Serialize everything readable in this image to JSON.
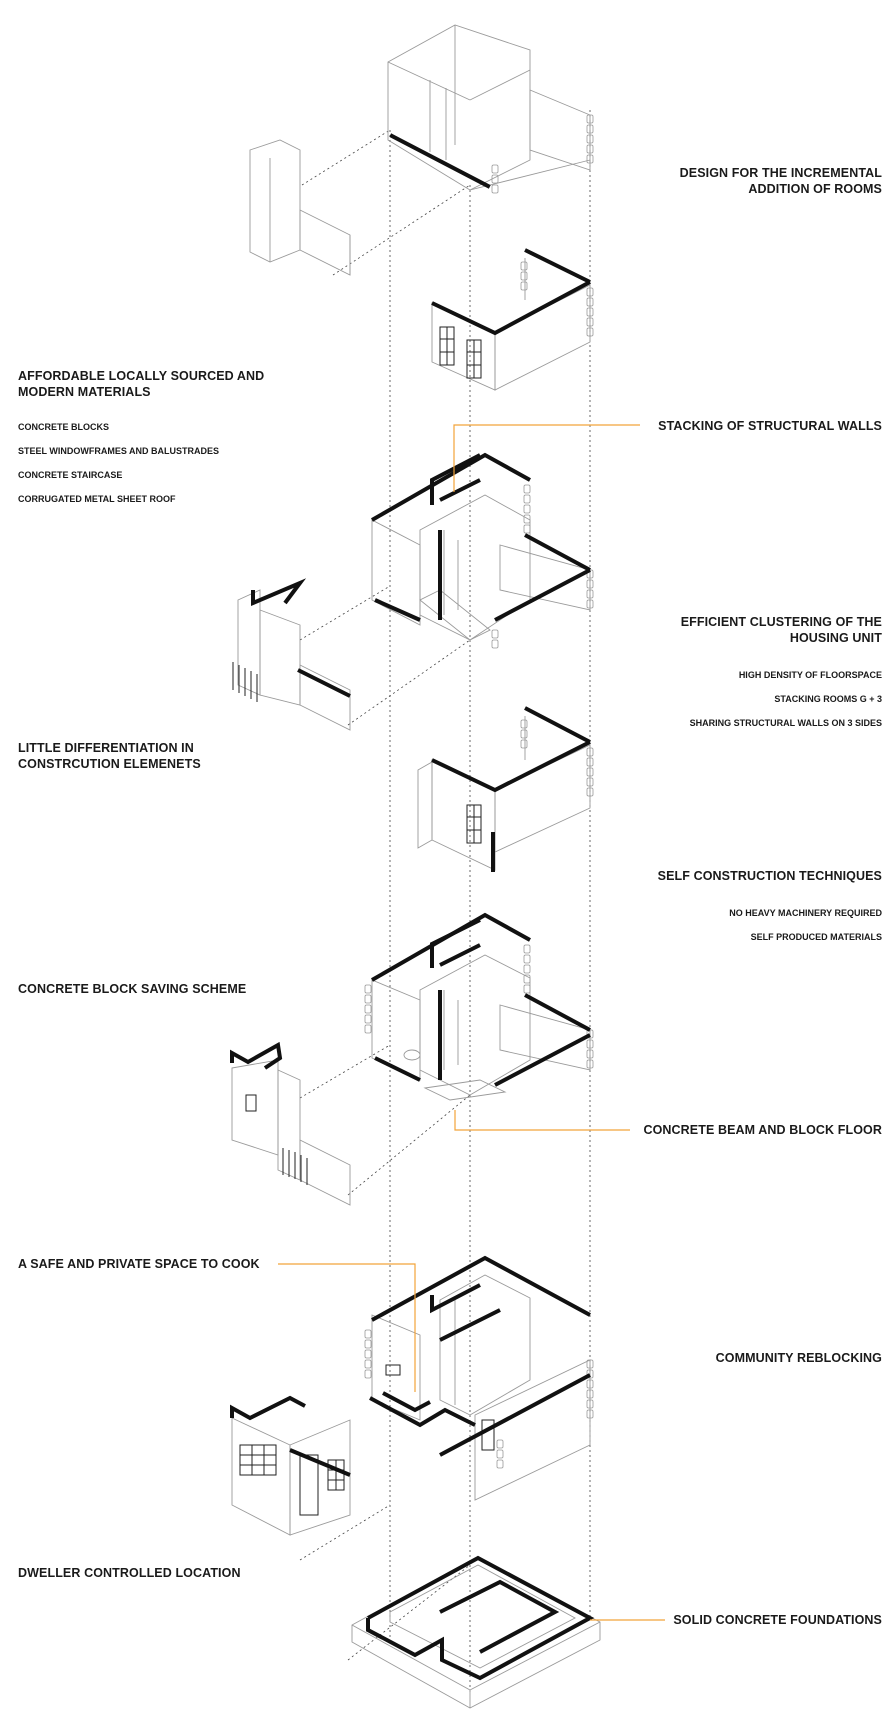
{
  "colors": {
    "ink": "#111111",
    "line": "#9a9a9a",
    "accent": "#f2a33a",
    "background": "#ffffff"
  },
  "labels": {
    "incremental": "DESIGN FOR THE INCREMENTAL ADDITION OF ROOMS",
    "materials_heading": "AFFORDABLE LOCALLY SOURCED AND MODERN MATERIALS",
    "materials_items": [
      "CONCRETE BLOCKS",
      "STEEL WINDOWFRAMES AND BALUSTRADES",
      "CONCRETE STAIRCASE",
      "CORRUGATED METAL SHEET ROOF"
    ],
    "stacking": "STACKING OF STRUCTURAL WALLS",
    "clustering_heading": "EFFICIENT CLUSTERING OF THE HOUSING UNIT",
    "clustering_items": [
      "HIGH DENSITY OF FLOORSPACE",
      "STACKING ROOMS G + 3",
      "SHARING STRUCTURAL WALLS ON 3 SIDES"
    ],
    "differentiation": "LITTLE DIFFERENTIATION IN CONSTRCUTION ELEMENETS",
    "self_construction_heading": "SELF CONSTRUCTION TECHNIQUES",
    "self_construction_items": [
      "NO HEAVY MACHINERY REQUIRED",
      "SELF PRODUCED MATERIALS"
    ],
    "block_saving": "CONCRETE BLOCK SAVING SCHEME",
    "beam_block": "CONCRETE BEAM AND BLOCK FLOOR",
    "cook": "A SAFE AND PRIVATE SPACE TO COOK",
    "reblocking": "COMMUNITY REBLOCKING",
    "location": "DWELLER CONTROLLED LOCATION",
    "foundations": "SOLID CONCRETE FOUNDATIONS"
  }
}
